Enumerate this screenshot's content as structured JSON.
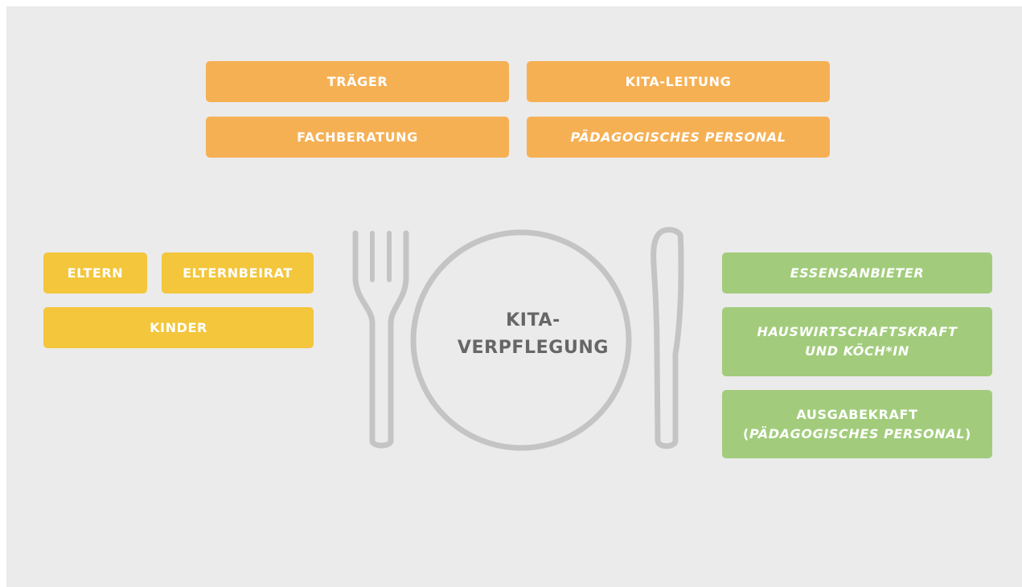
{
  "top_group": {
    "traeger": "TRÄGER",
    "kita_leitung": "KITA-LEITUNG",
    "fachberatung": "FACHBERATUNG",
    "paed_personal": "PÄDAGOGISCHES PERSONAL"
  },
  "left_group": {
    "eltern": "ELTERN",
    "elternbeirat": "ELTERNBEIRAT",
    "kinder": "KINDER"
  },
  "right_group": {
    "essensanbieter": "ESSENSANBIETER",
    "hauswirtschaft_line1": "HAUSWIRTSCHAFTSKRAFT",
    "hauswirtschaft_line2": "UND KÖCH*IN",
    "ausgabekraft_line1": "AUSGABEKRAFT",
    "ausgabekraft_open": "(",
    "ausgabekraft_italic": "PÄDAGOGISCHES PERSONAL",
    "ausgabekraft_close": ")"
  },
  "center": {
    "line1": "KITA-",
    "line2": "VERPFLEGUNG"
  },
  "colors": {
    "background": "#ebebeb",
    "orange": "#f6b054",
    "yellow": "#f3c63b",
    "green": "#a2cc7c",
    "tableware": "#c4c4c4",
    "center_text": "#666666"
  },
  "icons": [
    "fork-icon",
    "plate-icon",
    "knife-icon"
  ]
}
